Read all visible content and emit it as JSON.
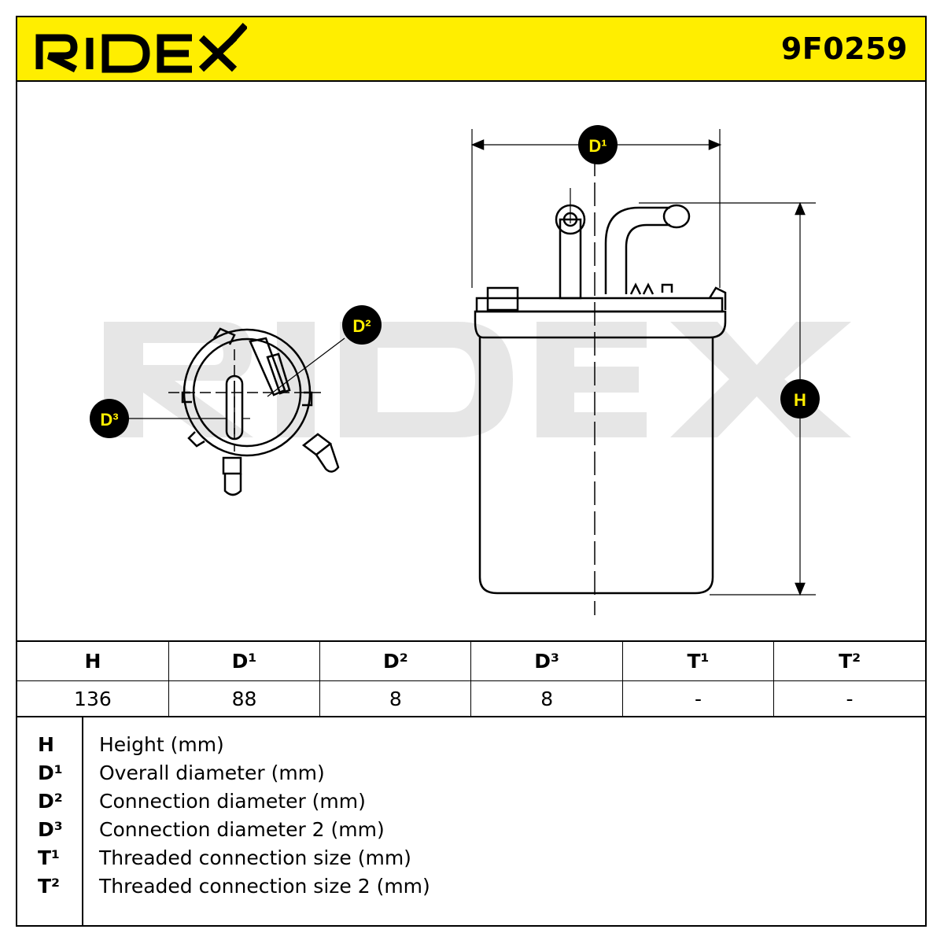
{
  "header": {
    "brand": "RIDEX",
    "part_number": "9F0259",
    "background_color": "#ffee00"
  },
  "drawing": {
    "watermark": "RIDEX",
    "labels": {
      "d1": "D¹",
      "d2": "D²",
      "d3": "D³",
      "h": "H"
    }
  },
  "dimensions": {
    "headers": [
      "H",
      "D¹",
      "D²",
      "D³",
      "T¹",
      "T²"
    ],
    "values": [
      "136",
      "88",
      "8",
      "8",
      "-",
      "-"
    ]
  },
  "legend": [
    {
      "symbol": "H",
      "description": "Height (mm)"
    },
    {
      "symbol": "D¹",
      "description": "Overall diameter (mm)"
    },
    {
      "symbol": "D²",
      "description": "Connection diameter (mm)"
    },
    {
      "symbol": "D³",
      "description": "Connection diameter 2 (mm)"
    },
    {
      "symbol": "T¹",
      "description": "Threaded connection size (mm)"
    },
    {
      "symbol": "T²",
      "description": "Threaded connection size 2 (mm)"
    }
  ]
}
